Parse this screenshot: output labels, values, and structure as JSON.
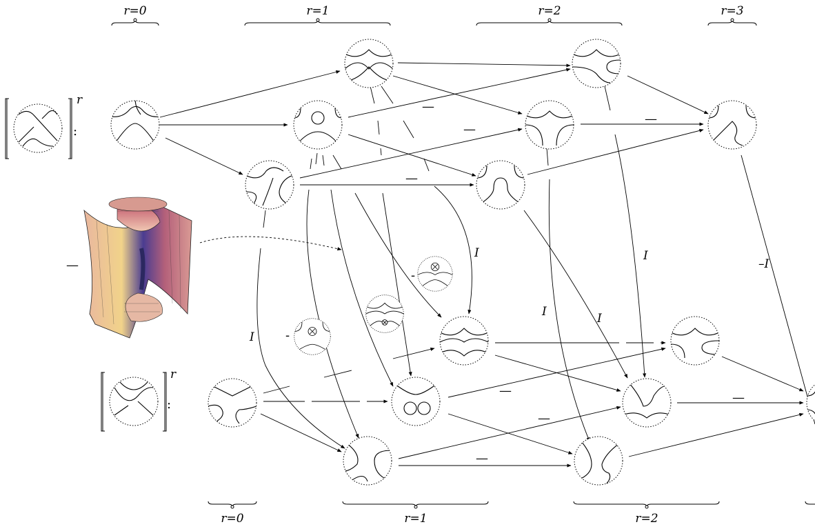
{
  "top_labels": [
    "r=0",
    "r=1",
    "r=2",
    "r=3"
  ],
  "bottom_labels": [
    "r=0",
    "r=1",
    "r=2"
  ],
  "superscript": "r",
  "colon": ":",
  "signs": {
    "minus": "—",
    "I": "I",
    "minus_I": "–I"
  },
  "colors": {
    "ink": "#000000",
    "surface_light": "#e8b9a0",
    "surface_mid": "#c06a70",
    "surface_dark": "#4b3b8f",
    "surface_yellow": "#f3d889"
  },
  "icons": [
    "knot-bracket-icon",
    "resolution-circle-icon",
    "saddle-surface-icon"
  ]
}
